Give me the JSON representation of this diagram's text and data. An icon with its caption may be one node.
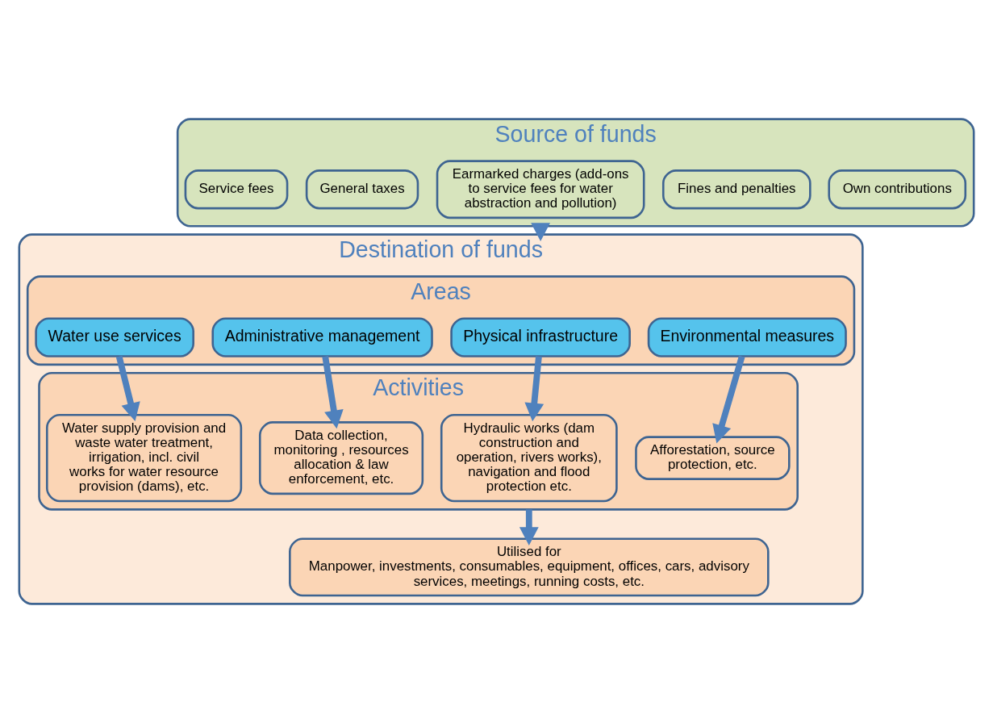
{
  "diagram": {
    "nodes": [
      {
        "text": [
          "Source of funds"
        ]
      },
      {
        "text": [
          "Service fees"
        ],
        "in": 0
      },
      {
        "text": [
          "General taxes"
        ],
        "in": 0
      },
      {
        "text": [
          "Earmarked charges (add-ons to service fees for water abstraction and pollution)"
        ],
        "in": 0
      },
      {
        "text": [
          "Fines and penalties"
        ],
        "in": 0
      },
      {
        "text": [
          "Own contributions"
        ],
        "in": 0
      },
      {
        "text": [
          "Destination of funds"
        ]
      },
      {
        "text": [
          "Areas"
        ],
        "in": 6
      },
      {
        "text": [
          "Water use services"
        ],
        "in": 7
      },
      {
        "text": [
          "Administrative management"
        ],
        "in": 7
      },
      {
        "text": [
          "Physical infrastructure"
        ],
        "in": 7
      },
      {
        "text": [
          "Environmental measures"
        ],
        "in": 7
      },
      {
        "text": [
          "Activities"
        ],
        "in": 6
      },
      {
        "text": [
          "Water supply provision and waste water treatment, irrigation, incl. civil works for water resource provision (dams), etc."
        ],
        "in": 12
      },
      {
        "text": [
          "Data collection, monitoring , resources allocation & law enforcement, etc."
        ],
        "in": 12
      },
      {
        "text": [
          "Hydraulic works (dam construction and operation, rivers works), navigation and flood protection etc."
        ],
        "in": 12
      },
      {
        "text": [
          "Afforestation, source protection, etc."
        ],
        "in": 12
      },
      {
        "text": [
          "Utilised for",
          "Manpower, investments, consumables, equipment, offices, cars, advisory services, meetings, running costs, etc."
        ],
        "in": 6
      }
    ],
    "edges": [
      {
        "from": 0,
        "to": 6,
        "arrow": "to"
      },
      {
        "from": 8,
        "to": 13,
        "arrow": "to"
      },
      {
        "from": 9,
        "to": 14,
        "arrow": "to"
      },
      {
        "from": 10,
        "to": 15,
        "arrow": "to"
      },
      {
        "from": 11,
        "to": 16,
        "arrow": "to"
      },
      {
        "from": 12,
        "to": 17,
        "arrow": "to"
      }
    ]
  }
}
